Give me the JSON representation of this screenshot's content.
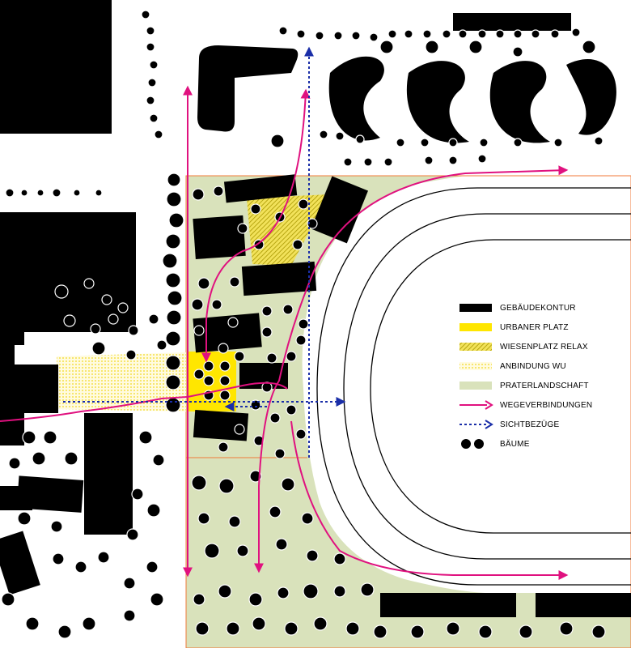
{
  "colors": {
    "building": "#000000",
    "urban_plaza": "#ffe600",
    "meadow_hatch": "#d9c400",
    "wu_link": "#fff3a0",
    "prater_landscape": "#d9e2bb",
    "paths": "#e0117f",
    "sightlines": "#1a2ea8",
    "trees": "#000000",
    "site_border": "#f07a3a",
    "track_line": "#000000"
  },
  "legend": [
    {
      "key": "building",
      "label": "GEBÄUDEKONTUR"
    },
    {
      "key": "urban_plaza",
      "label": "URBANER PLATZ"
    },
    {
      "key": "meadow",
      "label": "WIESENPLATZ RELAX"
    },
    {
      "key": "wu_link",
      "label": "ANBINDUNG WU"
    },
    {
      "key": "landscape",
      "label": "PRATERLANDSCHAFT"
    },
    {
      "key": "paths",
      "label": "WEGEVERBINDUNGEN"
    },
    {
      "key": "sightlines",
      "label": "SICHTBEZÜGE"
    },
    {
      "key": "trees",
      "label": "BÄUME"
    }
  ]
}
